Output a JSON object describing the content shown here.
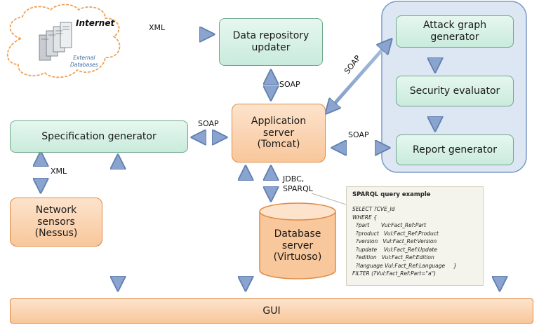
{
  "internet": {
    "label": "Internet",
    "databases": "External\nDatabases"
  },
  "nodes": {
    "data_repository": "Data repository\nupdater",
    "attack_graph": "Attack graph\ngenerator",
    "security_evaluator": "Security evaluator",
    "report_generator": "Report generator",
    "application_server": "Application\nserver\n(Tomcat)",
    "specification_generator": "Specification generator",
    "network_sensors": "Network\nsensors\n(Nessus)",
    "database_server": "Database\nserver\n(Virtuoso)",
    "gui": "GUI"
  },
  "edges": {
    "internet_xml": "XML",
    "soap_repo": "SOAP",
    "soap_attack": "SOAP",
    "soap_spec": "SOAP",
    "soap_report": "SOAP",
    "spec_xml": "XML",
    "jdbc": "JDBC,\nSPARQL"
  },
  "sparql": {
    "title": "SPARQL query example",
    "code": "SELECT ?CVE_Id\nWHERE {\n  ?part       Vul:Fact_Ref:Part\n  ?product   Vul:Fact_Ref:Product\n  ?version   Vul:Fact_Ref:Version\n  ?update    Vul:Fact_Ref:Update\n  ?edition   Vul:Fact_Ref:Edition\n  ?language Vul:Fact_Ref:Language     }\nFILTER (?Vul:Fact_Ref:Part=\"a\")"
  }
}
